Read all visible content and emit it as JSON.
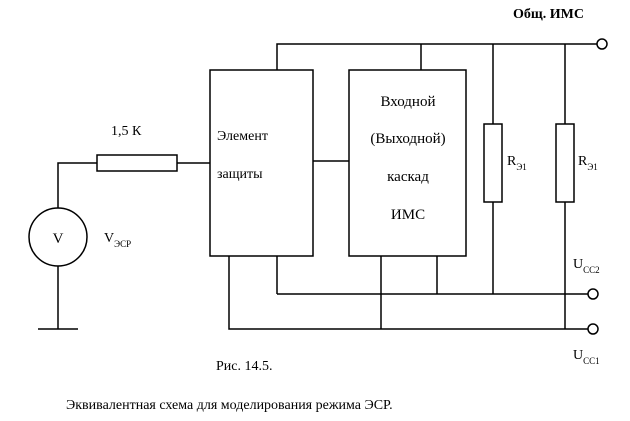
{
  "labels": {
    "common_terminal": "Общ. ИМС",
    "resistor_value": "1,5 К",
    "protection_line1": "Элемент",
    "protection_line2": "защиты",
    "stage_line1": "Входной",
    "stage_line2": "(Выходной)",
    "stage_line3": "каскад",
    "stage_line4": "ИМС",
    "voltmeter_symbol": "V",
    "esr_main": "V",
    "esr_sub": "ЭСР",
    "r1_main": "R",
    "r1_sub": "Э1",
    "r2_main": "R",
    "r2_sub": "Э1",
    "ucc2_main": "U",
    "ucc2_sub": "CC2",
    "ucc1_main": "U",
    "ucc1_sub": "CC1",
    "figure_number": "Рис. 14.5.",
    "caption": "Эквивалентная схема для моделирования режима ЭСР."
  }
}
